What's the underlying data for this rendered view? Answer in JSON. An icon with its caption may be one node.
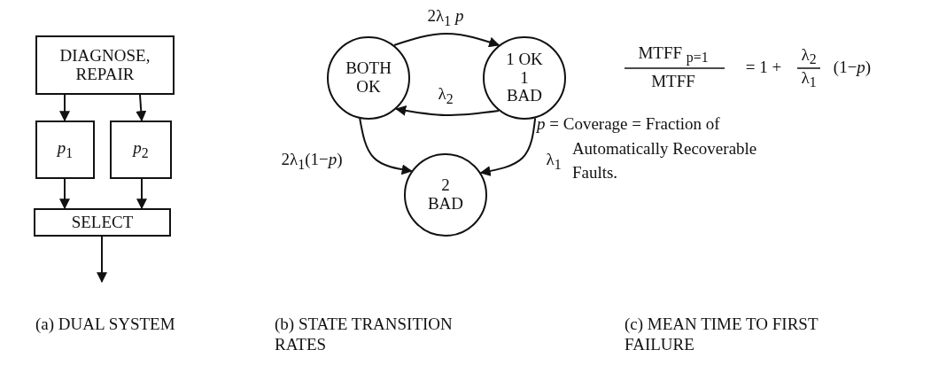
{
  "diagram": {
    "nodes": [
      {
        "text": [
          "DIAGNOSE, REPAIR"
        ]
      },
      {
        "text": [
          "*p*$_{1}$"
        ]
      },
      {
        "text": [
          "*p*$_{2}$"
        ]
      },
      {
        "text": [
          "SELECT"
        ]
      },
      {
        "text": [
          "BOTH OK"
        ]
      },
      {
        "text": [
          "1 OK 1 BAD"
        ]
      },
      {
        "text": [
          "2 BAD"
        ]
      }
    ],
    "edges": [
      {
        "from": 0,
        "to": 1,
        "arrow": "to"
      },
      {
        "from": 0,
        "to": 2,
        "arrow": "to"
      },
      {
        "from": 1,
        "to": 3,
        "arrow": "to"
      },
      {
        "from": 2,
        "to": 3,
        "arrow": "to"
      },
      {
        "from": 3,
        "to": null,
        "arrow": "to"
      },
      {
        "from": 4,
        "to": 5,
        "arrow": "to",
        "label": "2λ$_{1}$ *p*"
      },
      {
        "from": 5,
        "to": 4,
        "arrow": "to",
        "label": "λ$_{2}$"
      },
      {
        "from": 4,
        "to": 6,
        "arrow": "to",
        "label": "2λ$_{1}$(1−*p*)"
      },
      {
        "from": 5,
        "to": 6,
        "arrow": "to",
        "label": "λ$_{1}$"
      }
    ],
    "labels": [
      "MTFF $_{p=1}$",
      "MTFF",
      "= 1 +",
      "λ$_{2}$",
      "λ$_{1}$",
      "(1−*p*)",
      "*p* = Coverage = Fraction of Automatically Recoverable Faults.",
      "(a) DUAL SYSTEM",
      "(b) STATE TRANSITION RATES",
      "(c) MEAN TIME TO FIRST FAILURE"
    ]
  }
}
